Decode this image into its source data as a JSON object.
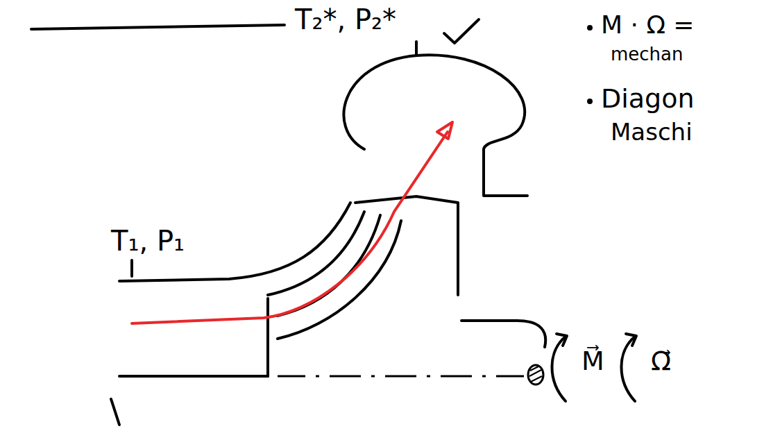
{
  "diagram": {
    "labels": [
      "T₂*, P₂*",
      "T₁, P₁",
      "M · Ω =",
      "mechan",
      "Diagon",
      "Maschi",
      "M⃗",
      "Ω⃗"
    ]
  }
}
